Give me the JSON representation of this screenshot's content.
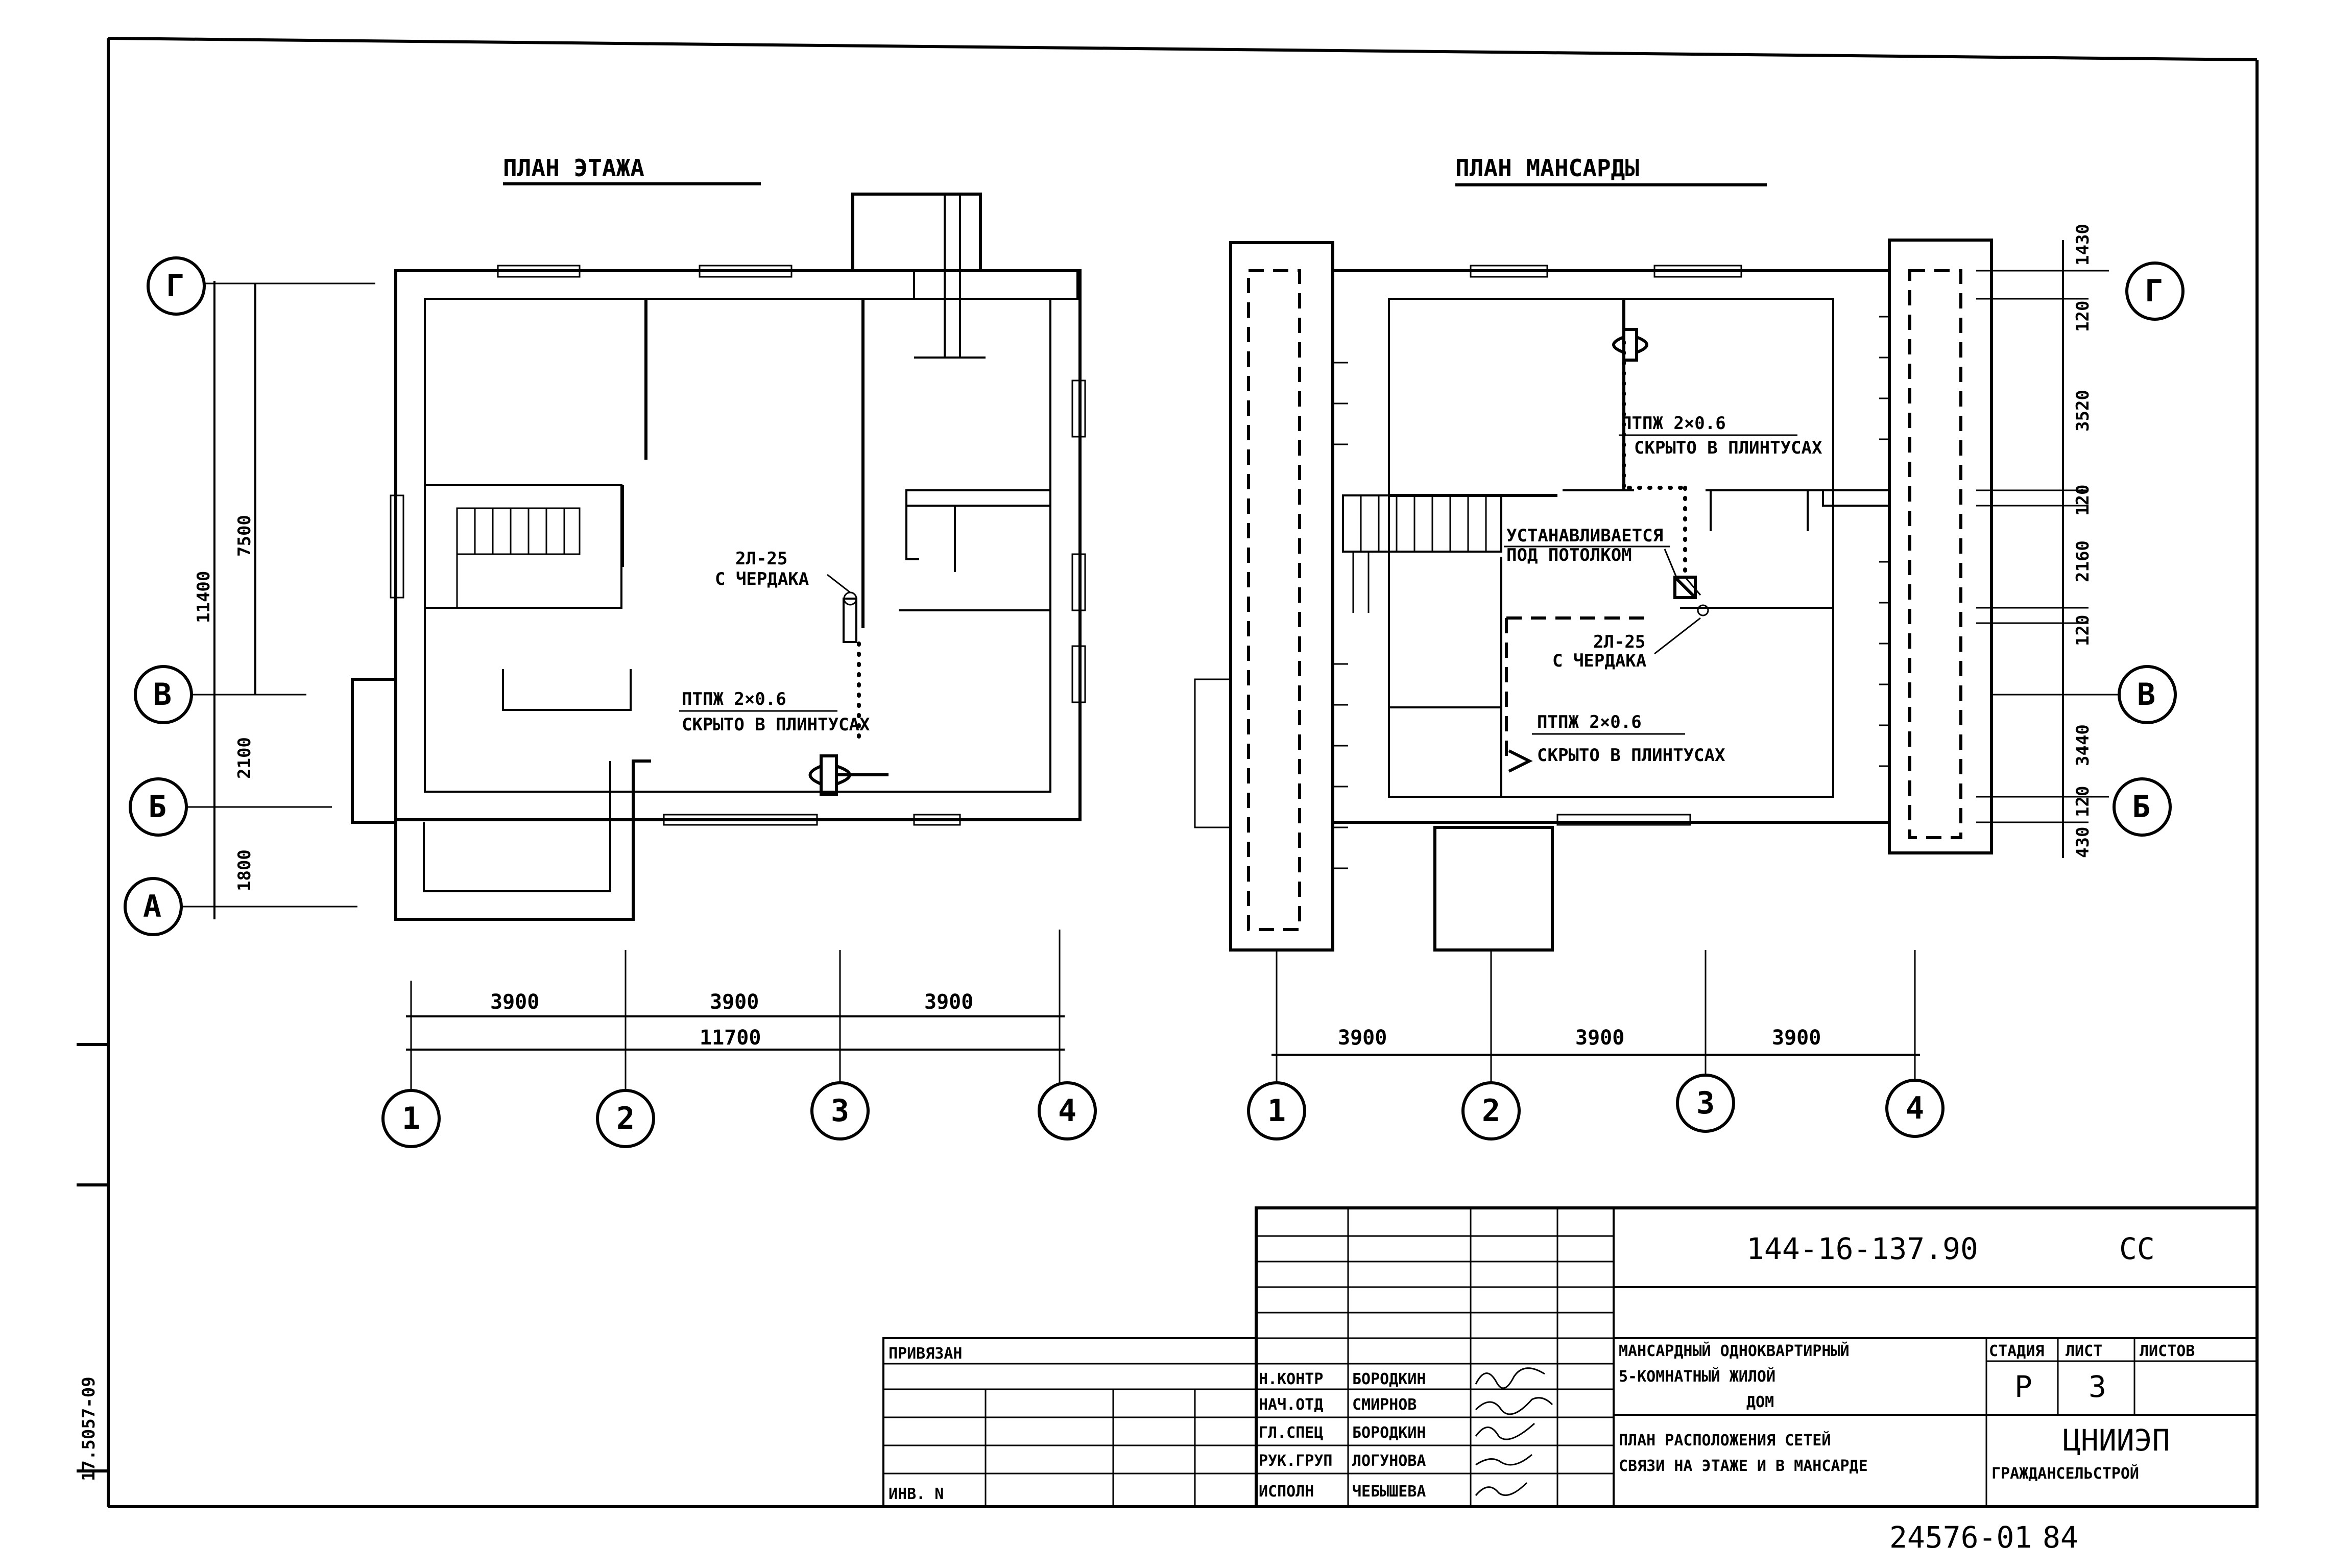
{
  "plans": {
    "floor": {
      "title": "ПЛАН ЭТАЖА",
      "labels": {
        "ra_name": "2Л-25",
        "ra_note": "С ЧЕРДАКА",
        "cable_name": "ПТПЖ 2×0.6",
        "cable_note": "СКРЫТО В ПЛИНТУСАХ"
      },
      "axes_h": [
        "1",
        "2",
        "3",
        "4"
      ],
      "axes_v": [
        "Г",
        "В",
        "Б",
        "А"
      ],
      "dims_bottom": [
        "3900",
        "3900",
        "3900"
      ],
      "dim_total": "11700",
      "dims_left": [
        "7500",
        "11400",
        "2100",
        "1800"
      ]
    },
    "attic": {
      "title": "ПЛАН МАНСАРДЫ",
      "labels": {
        "top_cable_name": "ПТПЖ 2×0.6",
        "top_cable_note": "СКРЫТО В ПЛИНТУСАХ",
        "install_1": "УСТАНАВЛИВАЕТСЯ",
        "install_2": "ПОД ПОТОЛКОМ",
        "ra_name": "2Л-25",
        "ra_note": "С ЧЕРДАКА",
        "low_cable_name": "ПТПЖ 2×0.6",
        "low_cable_note": "СКРЫТО В ПЛИНТУСАХ"
      },
      "axes_h": [
        "1",
        "2",
        "3",
        "4"
      ],
      "axes_v": [
        "Г",
        "В",
        "Б"
      ],
      "dims_bottom": [
        "3900",
        "3900",
        "3900"
      ],
      "dims_right": [
        "1430",
        "120",
        "3520",
        "120",
        "2160",
        "120",
        "3440",
        "120",
        "430"
      ]
    }
  },
  "title_block": {
    "drawing_code": "144-16-137.90",
    "section": "СС",
    "project_name": [
      "МАНСАРДНЫЙ ОДНОКВАРТИРНЫЙ",
      "5-КОМНАТНЫЙ ЖИЛОЙ",
      "ДОМ"
    ],
    "sheet_title": [
      "ПЛАН РАСПОЛОЖЕНИЯ СЕТЕЙ",
      "СВЯЗИ НА ЭТАЖЕ И В МАНСАРДЕ"
    ],
    "stage_header": "СТАДИЯ",
    "sheet_header": "ЛИСТ",
    "sheets_header": "ЛИСТОВ",
    "stage": "Р",
    "sheet": "3",
    "organization": [
      "ЦНИИЭП",
      "ГРАЖДАНСЕЛЬСТРОЙ"
    ],
    "binding_label": "ПРИВЯЗАН",
    "inventory_label": "ИНВ. N",
    "roles": [
      "Н.КОНТР",
      "НАЧ.ОТД",
      "ГЛ.СПЕЦ",
      "РУК.ГРУП",
      "ИСПОЛН"
    ],
    "names": [
      "БОРОДКИН",
      "СМИРНОВ",
      "БОРОДКИН",
      "ЛОГУНОВА",
      "ЧЕБЫШЕВА"
    ],
    "archive_number": "24576-01",
    "page_number": "84",
    "side_stamp": "17.5057-09"
  }
}
